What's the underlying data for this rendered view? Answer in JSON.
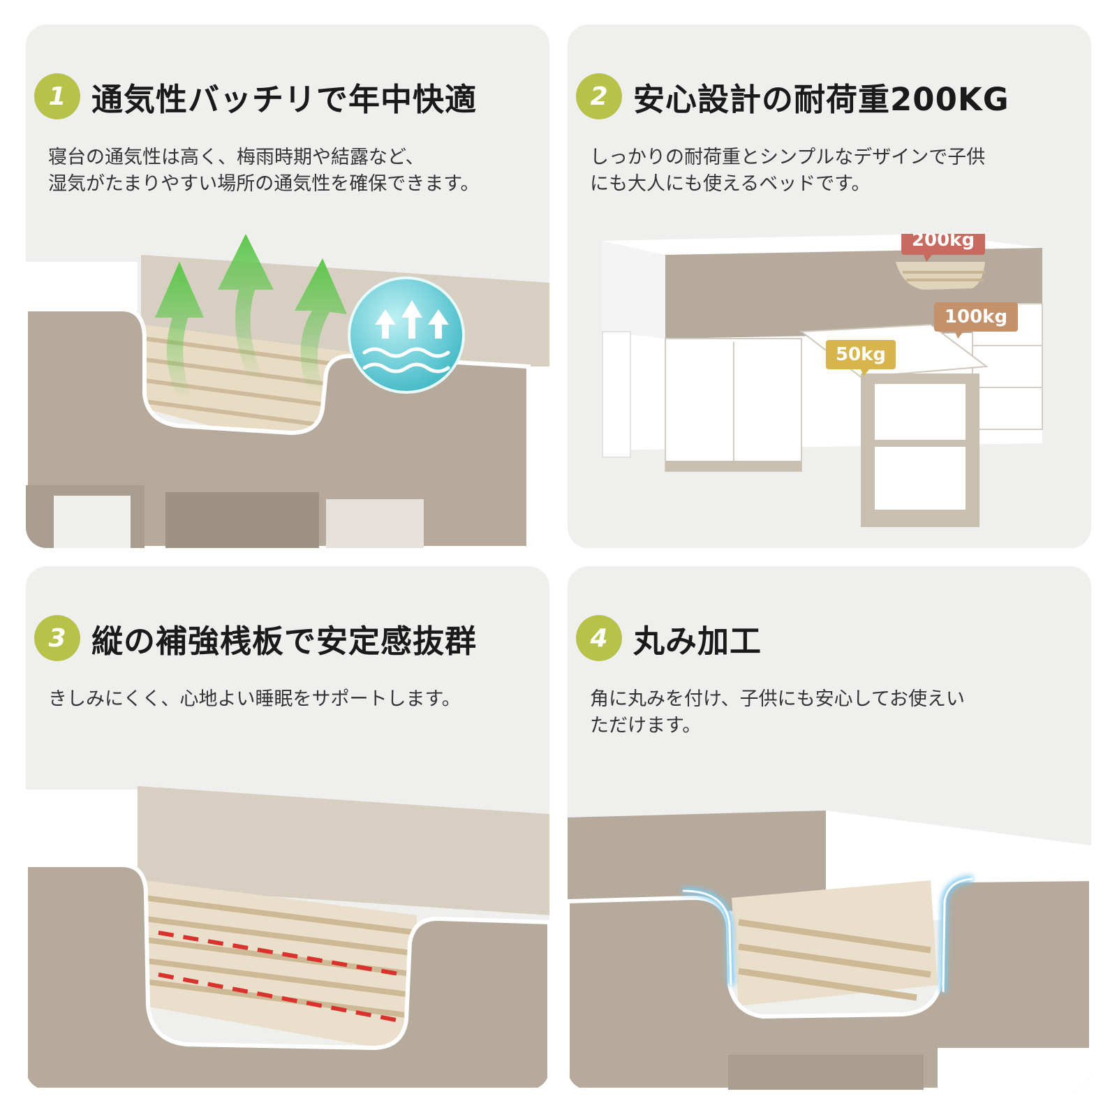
{
  "panels": [
    {
      "number": "1",
      "title": "通気性バッチリで年中快適",
      "desc": [
        "寝台の通気性は高く、梅雨時期や結露など、",
        "湿気がたまりやすい場所の通気性を確保できます。"
      ]
    },
    {
      "number": "2",
      "title": "安心設計の耐荷重200KG",
      "desc": [
        "しっかりの耐荷重とシンプルなデザインで子供",
        "にも大人にも使えるベッドです。"
      ],
      "badges": {
        "b1": "200kg",
        "b2": "100kg",
        "b3": "50kg"
      }
    },
    {
      "number": "3",
      "title": "縦の補強桟板で安定感抜群",
      "desc": [
        "きしみにくく、心地よい睡眠をサポートします。"
      ]
    },
    {
      "number": "4",
      "title": "丸み加工",
      "desc": [
        "角に丸みを付け、子供にも安心してお使えい",
        "ただけます。"
      ]
    }
  ],
  "colors": {
    "panel_bg": "#efefed",
    "accent_number": "#b6c24a",
    "bed_beige": "#b5aa9c",
    "badge_red": "#c96a60",
    "badge_brown": "#c4916a",
    "badge_gold": "#d7b44c",
    "arrow_green": "#5cc64a",
    "glow_blue": "#7ec8ee"
  }
}
